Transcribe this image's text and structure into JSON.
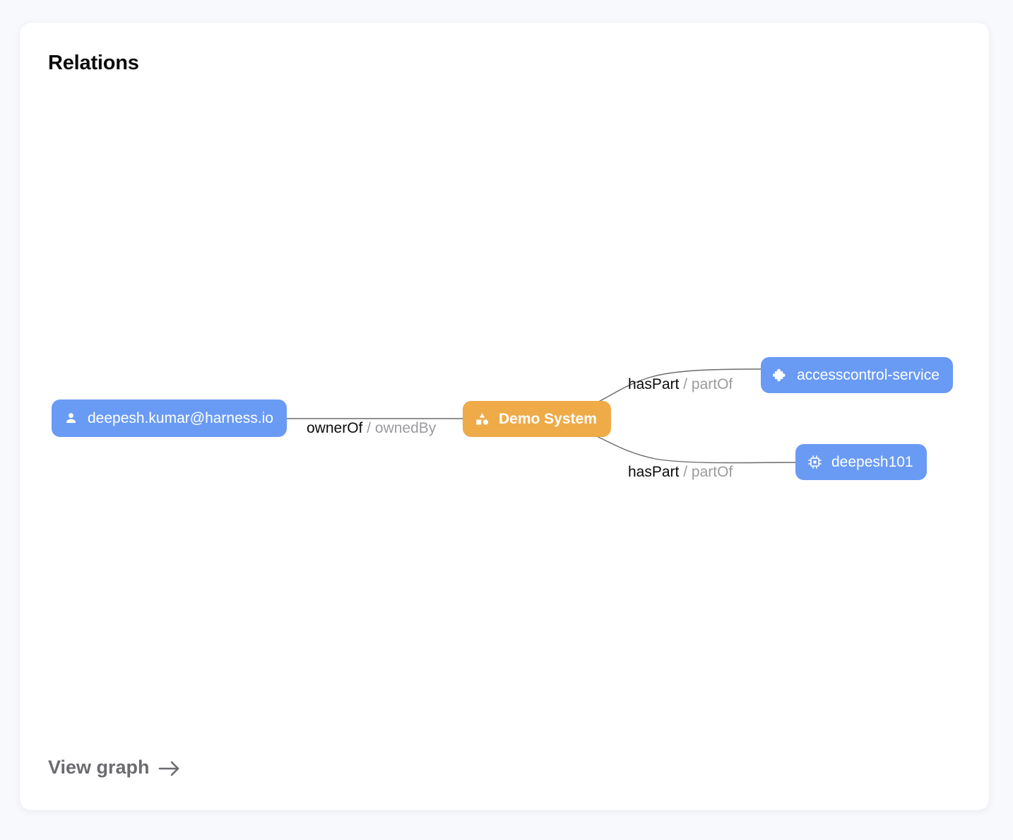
{
  "card": {
    "title": "Relations",
    "footer_link": {
      "label": "View graph",
      "icon": "arrow-right-icon"
    }
  },
  "graph": {
    "nodes": [
      {
        "id": "user",
        "label": "deepesh.kumar@harness.io",
        "kind": "user",
        "icon": "person-icon",
        "color": "#6a9bf4",
        "text_color": "#ffffff",
        "bold": false
      },
      {
        "id": "system",
        "label": "Demo System",
        "kind": "system",
        "icon": "shapes-icon",
        "color": "#eeab48",
        "text_color": "#ffffff",
        "bold": true
      },
      {
        "id": "accesscontrol",
        "label": "accesscontrol-service",
        "kind": "component",
        "icon": "puzzle-piece-icon",
        "color": "#6a9bf4",
        "text_color": "#ffffff",
        "bold": false
      },
      {
        "id": "deepesh101",
        "label": "deepesh101",
        "kind": "resource",
        "icon": "chip-icon",
        "color": "#6a9bf4",
        "text_color": "#ffffff",
        "bold": false
      }
    ],
    "edges": [
      {
        "id": "edge-user-system",
        "source": "user",
        "target": "system",
        "relation": "ownerOf",
        "inverse_relation": "ownedBy",
        "separator": "/"
      },
      {
        "id": "edge-system-accesscontrol",
        "source": "system",
        "target": "accesscontrol",
        "relation": "hasPart",
        "inverse_relation": "partOf",
        "separator": "/"
      },
      {
        "id": "edge-system-deepesh101",
        "source": "system",
        "target": "deepesh101",
        "relation": "hasPart",
        "inverse_relation": "partOf",
        "separator": "/"
      }
    ],
    "edge_color": "#6b6b70",
    "label_color": "#0b0b0d",
    "label_muted_color": "#9b9b9f"
  },
  "colors": {
    "page_background": "#f8f9fc",
    "card_background": "#ffffff",
    "accent_blue": "#6a9bf4",
    "accent_orange": "#eeab48",
    "muted_text": "#6b6b70"
  }
}
